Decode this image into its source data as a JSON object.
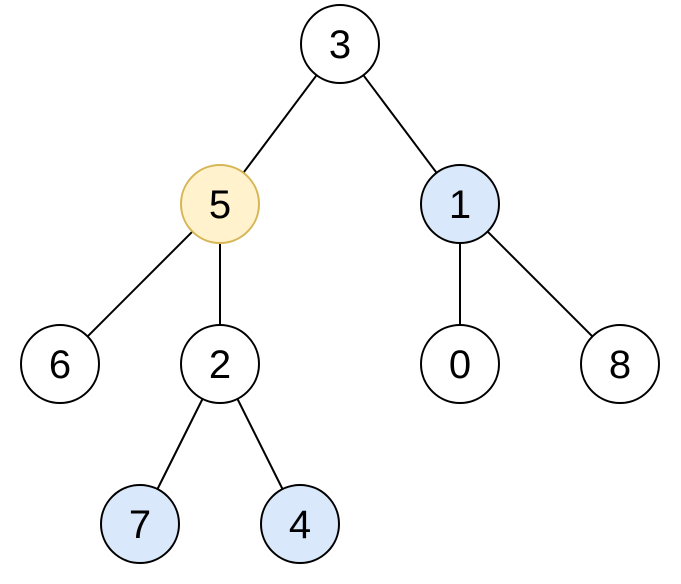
{
  "tree": {
    "nodes": [
      {
        "id": "n3",
        "label": "3",
        "fill": "#ffffff",
        "stroke": "#000000"
      },
      {
        "id": "n5",
        "label": "5",
        "fill": "#fff2cc",
        "stroke": "#d6b656"
      },
      {
        "id": "n1",
        "label": "1",
        "fill": "#dae8fc",
        "stroke": "#000000"
      },
      {
        "id": "n6",
        "label": "6",
        "fill": "#ffffff",
        "stroke": "#000000"
      },
      {
        "id": "n2",
        "label": "2",
        "fill": "#ffffff",
        "stroke": "#000000"
      },
      {
        "id": "n0",
        "label": "0",
        "fill": "#ffffff",
        "stroke": "#000000"
      },
      {
        "id": "n8",
        "label": "8",
        "fill": "#ffffff",
        "stroke": "#000000"
      },
      {
        "id": "n7",
        "label": "7",
        "fill": "#dae8fc",
        "stroke": "#000000"
      },
      {
        "id": "n4",
        "label": "4",
        "fill": "#dae8fc",
        "stroke": "#000000"
      }
    ],
    "edges": [
      [
        "n3",
        "n5"
      ],
      [
        "n3",
        "n1"
      ],
      [
        "n5",
        "n6"
      ],
      [
        "n5",
        "n2"
      ],
      [
        "n1",
        "n0"
      ],
      [
        "n1",
        "n8"
      ],
      [
        "n2",
        "n7"
      ],
      [
        "n2",
        "n4"
      ]
    ]
  }
}
